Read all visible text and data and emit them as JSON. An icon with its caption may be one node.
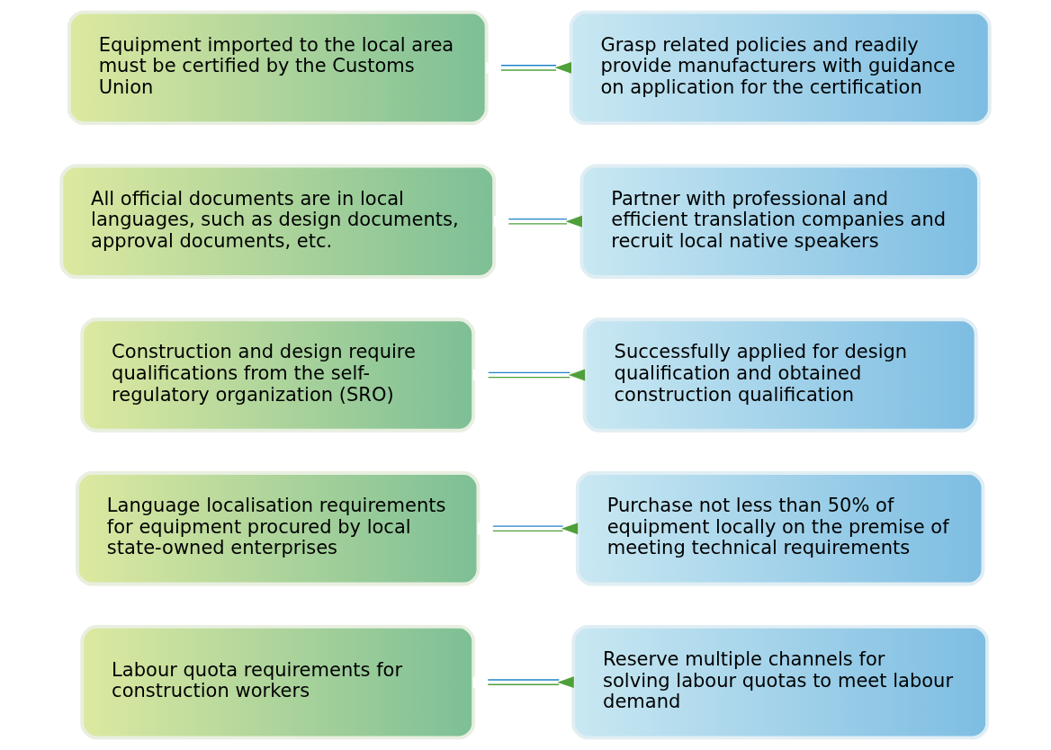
{
  "diagram": {
    "nodes": [
      {
        "text": [
          "Labour quota requirements for construction workers"
        ]
      },
      {
        "text": [
          "Reserve multiple channels for solving labour quotas to meet labour demand"
        ]
      },
      {
        "text": [
          "Language localisation requirements for equipment procured by local state-owned enterprises"
        ]
      },
      {
        "text": [
          "Purchase not less than 50% of equipment locally on the premise of meeting technical requirements"
        ]
      },
      {
        "text": [
          "Construction and design require qualifications from the self-regulatory organization (SRO)"
        ]
      },
      {
        "text": [
          "Successfully applied for design qualification and obtained construction qualification"
        ]
      },
      {
        "text": [
          "All official documents are in local languages, such as design documents, approval documents, etc."
        ]
      },
      {
        "text": [
          "Partner with professional and efficient translation companies and recruit local native speakers"
        ]
      },
      {
        "text": [
          "Equipment imported to the local area must be certified by the Customs Union"
        ]
      },
      {
        "text": [
          "Grasp related policies and readily provide manufacturers with guidance on application for the certification"
        ]
      }
    ],
    "edges": [
      {
        "from": 0,
        "to": 1,
        "arrow": "other"
      },
      {
        "from": 2,
        "to": 3,
        "arrow": "other"
      },
      {
        "from": 4,
        "to": 5,
        "arrow": "other"
      },
      {
        "from": 6,
        "to": 7,
        "arrow": "other"
      },
      {
        "from": 8,
        "to": 9,
        "arrow": "other"
      }
    ]
  }
}
